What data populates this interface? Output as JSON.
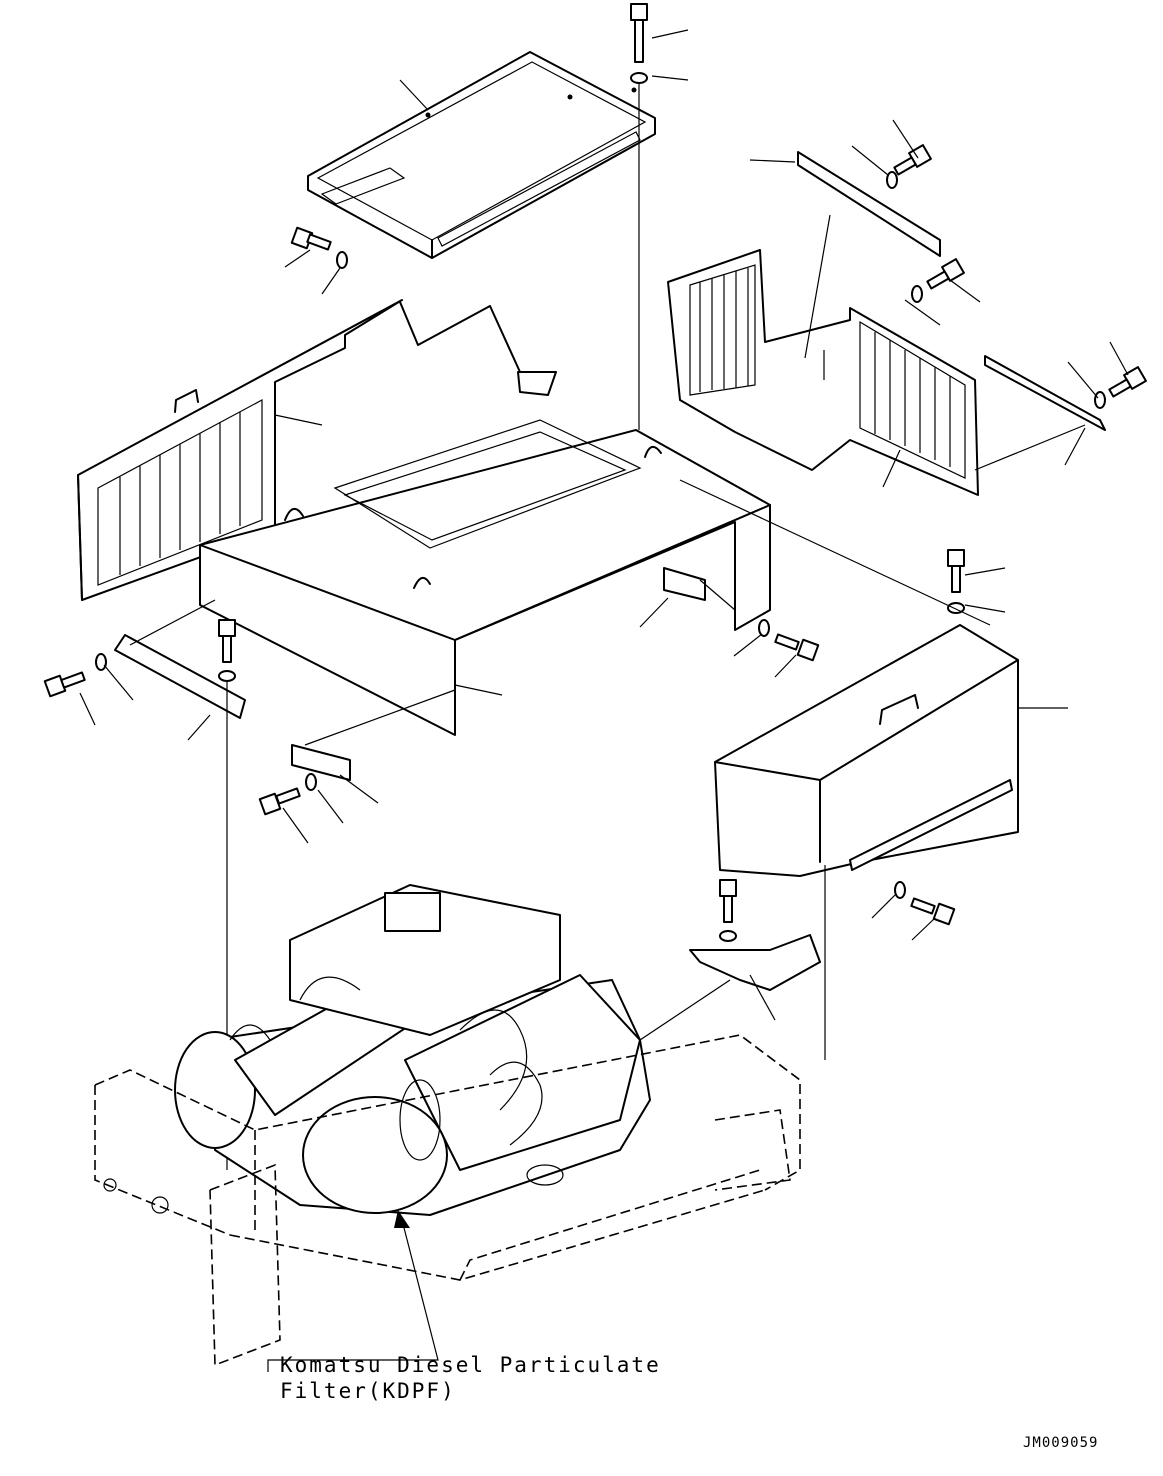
{
  "diagram": {
    "callout_line1": "Komatsu Diesel Particulate",
    "callout_line2": "Filter(KDPF)",
    "drawing_code": "JM009059"
  }
}
